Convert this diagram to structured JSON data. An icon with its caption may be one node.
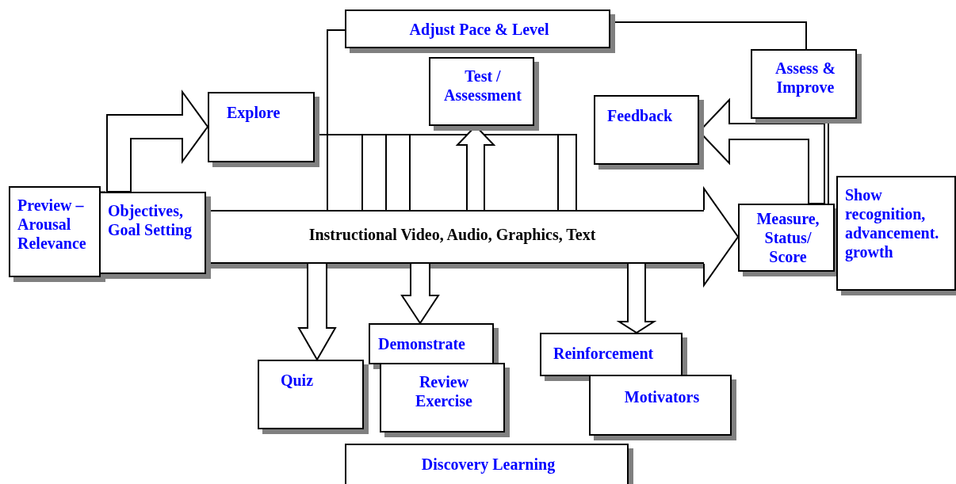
{
  "diagram": {
    "nodes": [
      {
        "text": [
          "Adjust Pace & Level"
        ]
      },
      {
        "text": [
          "Test / Assessment"
        ]
      },
      {
        "text": [
          "Assess & Improve"
        ]
      },
      {
        "text": [
          "Explore"
        ]
      },
      {
        "text": [
          "Feedback"
        ]
      },
      {
        "text": [
          "Preview – Arousal Relevance"
        ]
      },
      {
        "text": [
          "Objectives, Goal Setting"
        ]
      },
      {
        "text": [
          "Instructional Video, Audio, Graphics, Text"
        ]
      },
      {
        "text": [
          "Measure, Status/ Score"
        ]
      },
      {
        "text": [
          "Show recognition, advancement. growth"
        ]
      },
      {
        "text": [
          "Demonstrate"
        ]
      },
      {
        "text": [
          "Quiz"
        ]
      },
      {
        "text": [
          "Review Exercise"
        ]
      },
      {
        "text": [
          "Reinforcement"
        ]
      },
      {
        "text": [
          "Motivators"
        ]
      },
      {
        "text": [
          "Discovery Learning"
        ]
      }
    ],
    "edges": [
      {
        "from": 6,
        "to": 3,
        "arrow": "to",
        "style": "thick"
      },
      {
        "from": 7,
        "to": 8,
        "arrow": "to",
        "style": "thick"
      },
      {
        "from": 7,
        "to": 1,
        "arrow": "to",
        "style": "thick"
      },
      {
        "from": 7,
        "to": 11,
        "arrow": "to",
        "style": "thick"
      },
      {
        "from": 7,
        "to": 10,
        "arrow": "to",
        "style": "thick"
      },
      {
        "from": 7,
        "to": 13,
        "arrow": "to",
        "style": "thick"
      },
      {
        "from": 8,
        "to": 4,
        "arrow": "to",
        "style": "thick"
      },
      {
        "from": 0,
        "to": 7,
        "arrow": "none"
      },
      {
        "from": 0,
        "to": 2,
        "arrow": "none"
      },
      {
        "from": 2,
        "to": 8,
        "arrow": "none"
      },
      {
        "from": 3,
        "to": 7,
        "arrow": "none"
      },
      {
        "from": 3,
        "to": 7,
        "arrow": "none"
      },
      {
        "from": 3,
        "to": 7,
        "arrow": "none"
      },
      {
        "from": 3,
        "to": 7,
        "arrow": "none"
      },
      {
        "from": 3,
        "to": 7,
        "arrow": "none"
      }
    ]
  }
}
